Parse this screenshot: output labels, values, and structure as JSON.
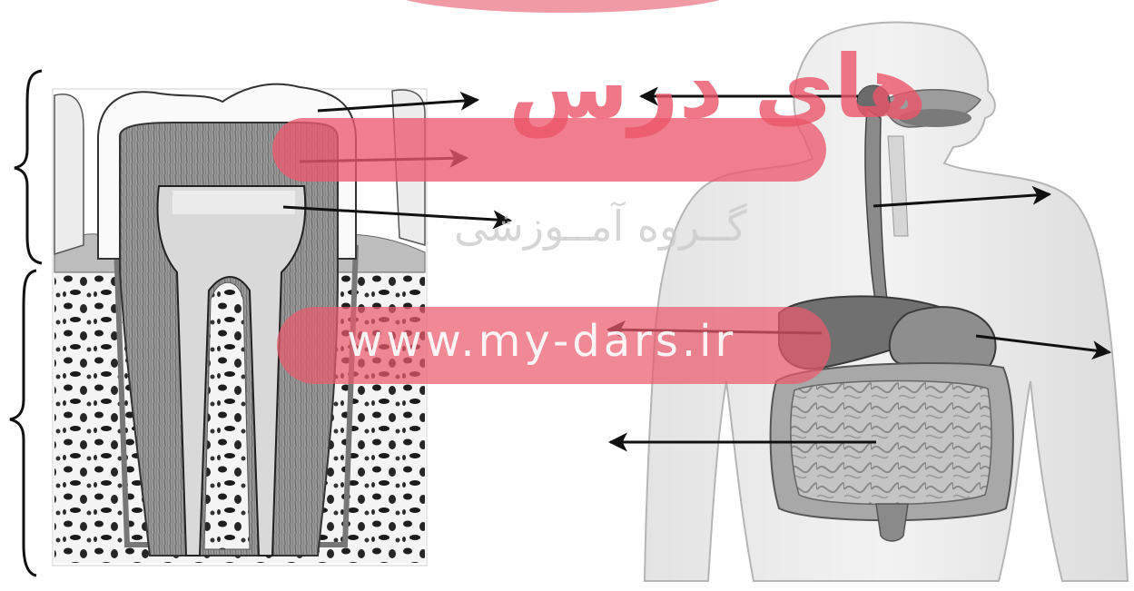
{
  "watermark": {
    "title": "های درس",
    "subtitle": "گــروه آمــوزشی",
    "url": "www.my-dars.ir",
    "accent_color": "#ec5a6e"
  },
  "figures": [
    {
      "name": "tooth-cross-section",
      "label": ""
    },
    {
      "name": "digestive-system",
      "label": ""
    }
  ],
  "labels": {
    "tooth": [
      "",
      "",
      ""
    ],
    "body": [
      "",
      "",
      "",
      "",
      ""
    ],
    "brackets": [
      "",
      ""
    ]
  }
}
